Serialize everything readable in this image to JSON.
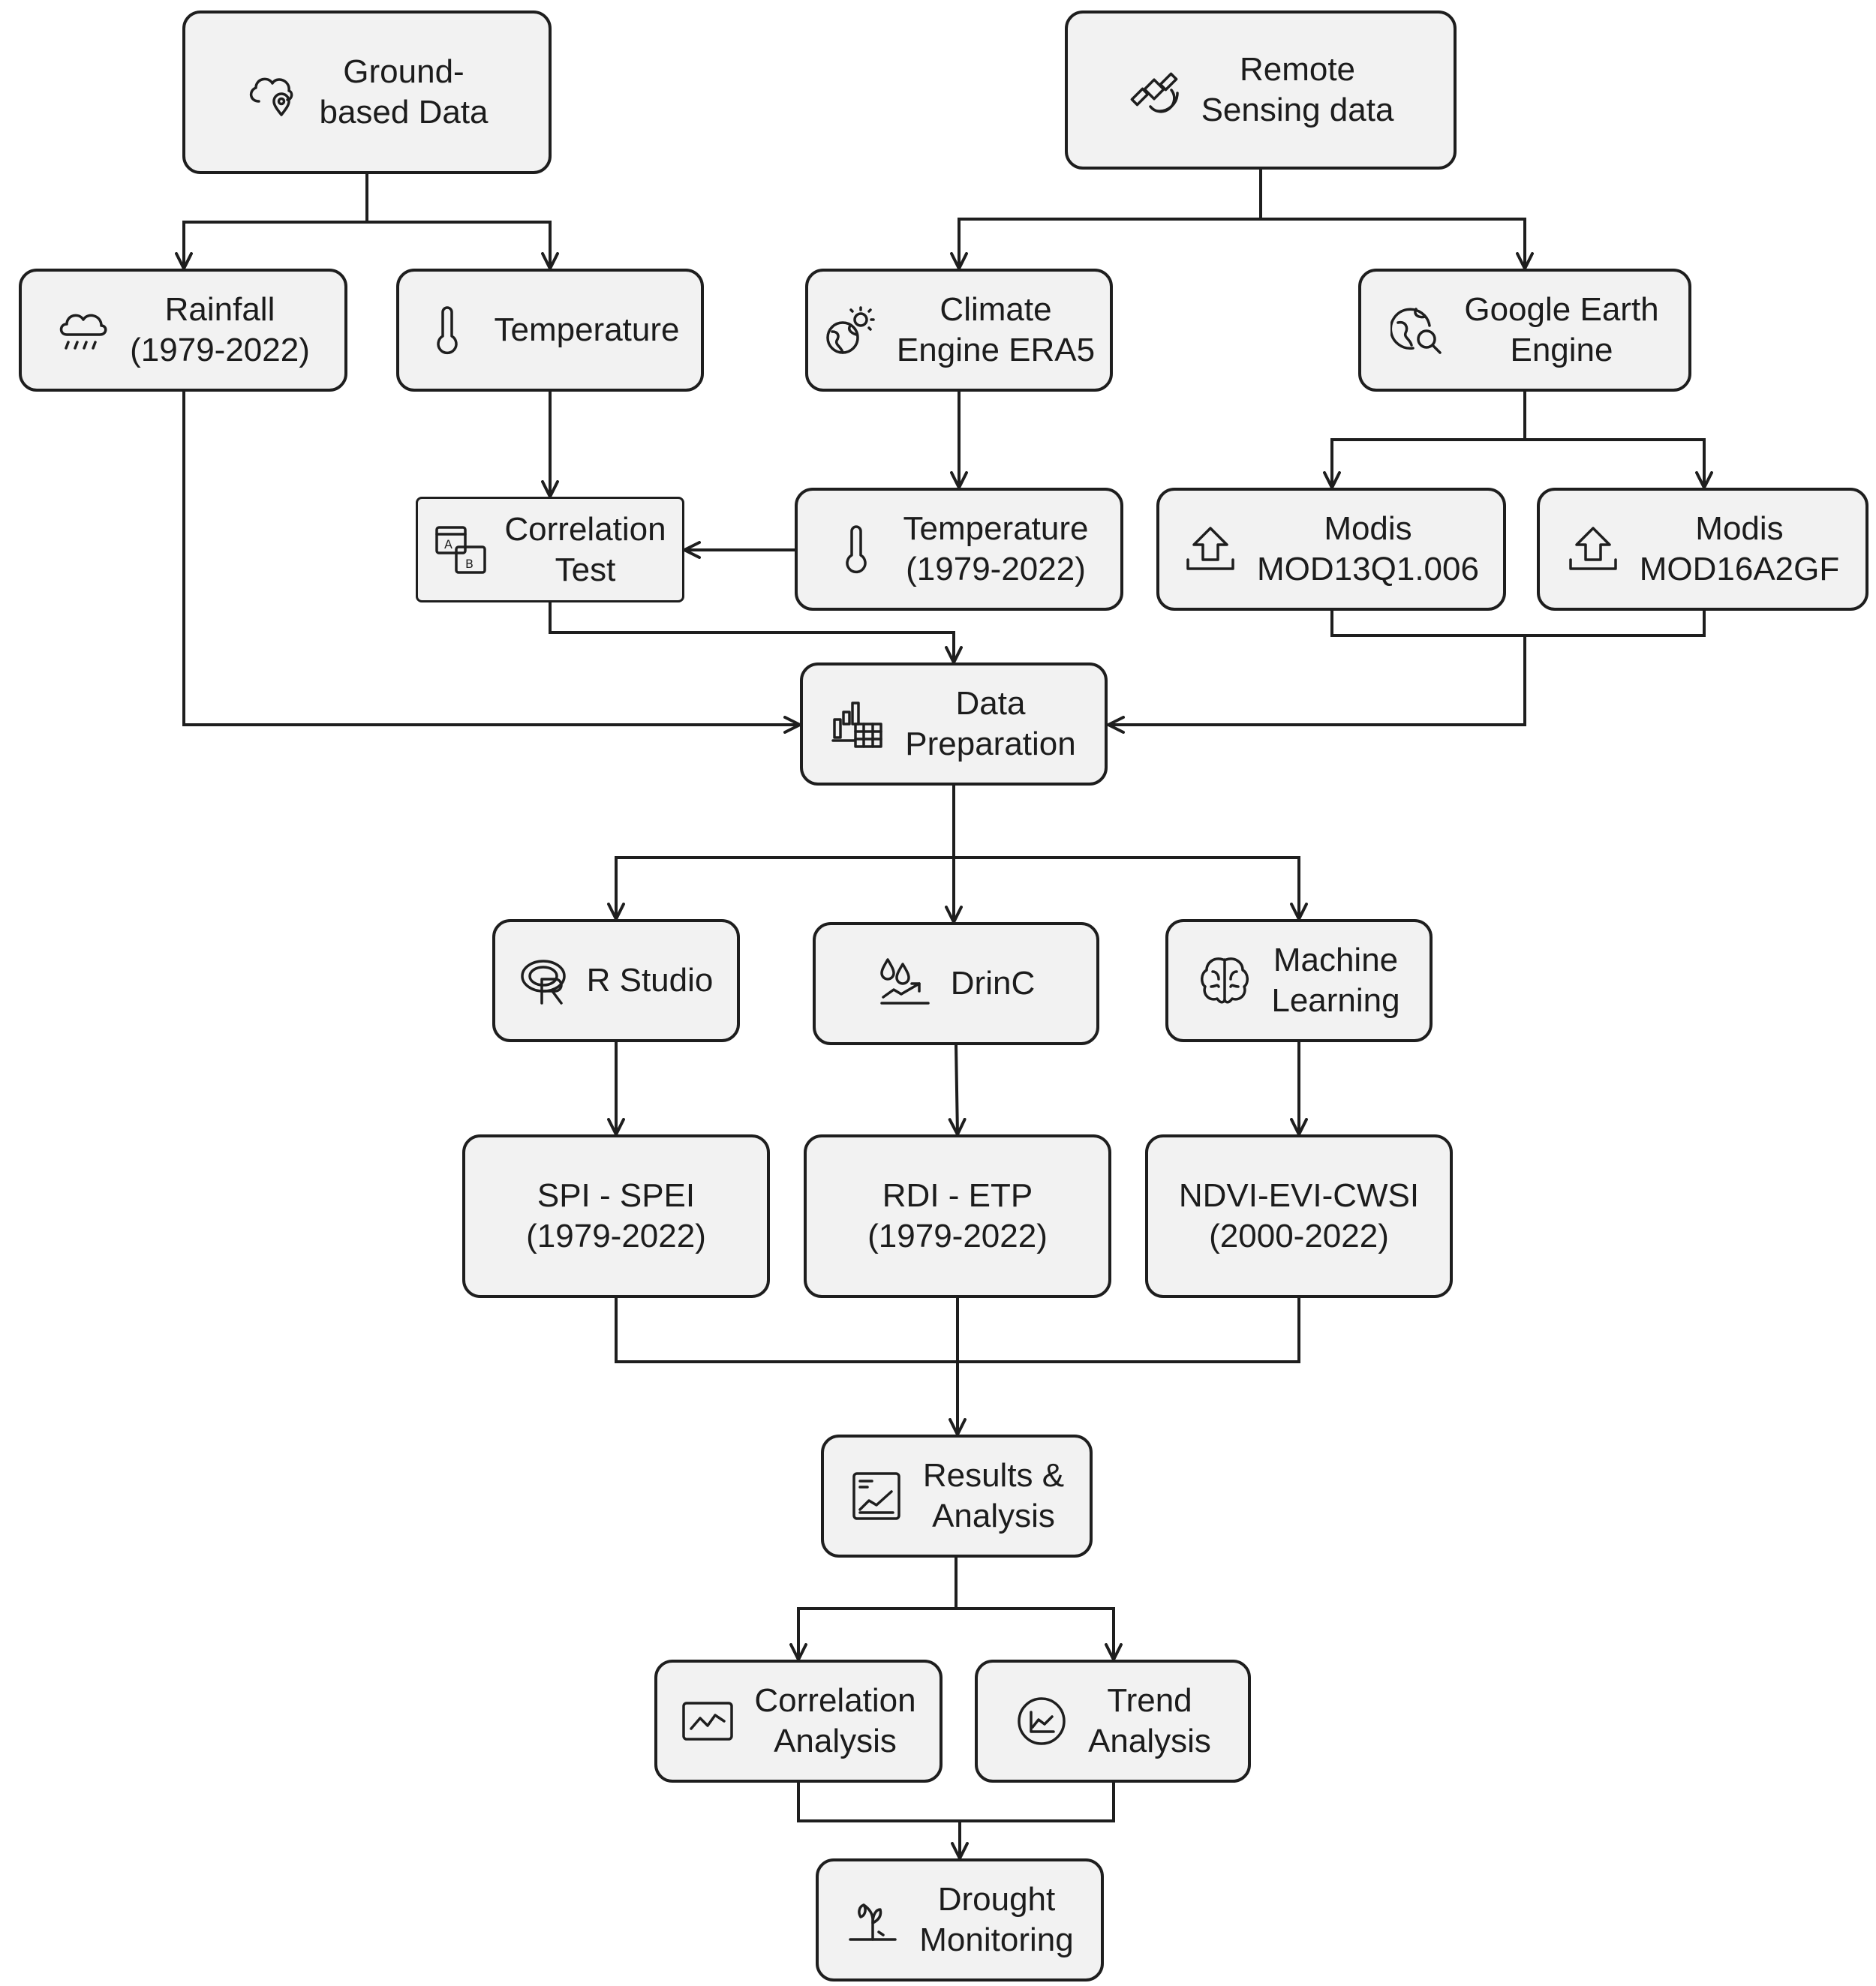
{
  "diagram": {
    "nodes": {
      "ground": [
        "Ground-",
        "based Data"
      ],
      "remote": [
        "Remote",
        "Sensing data"
      ],
      "rainfall": [
        "Rainfall",
        "(1979-2022)"
      ],
      "temperature": [
        "Temperature"
      ],
      "climate": [
        "Climate",
        "Engine ERA5"
      ],
      "gee": [
        "Google Earth",
        "Engine"
      ],
      "correlation_test": [
        "Correlation",
        "Test"
      ],
      "temp_era5": [
        "Temperature",
        "(1979-2022)"
      ],
      "modis1": [
        "Modis",
        "MOD13Q1.006"
      ],
      "modis2": [
        "Modis",
        "MOD16A2GF"
      ],
      "data_prep": [
        "Data",
        "Preparation"
      ],
      "rstudio": [
        "R Studio"
      ],
      "drinc": [
        "DrinC"
      ],
      "ml": [
        "Machine",
        "Learning"
      ],
      "spi": [
        "SPI - SPEI",
        "(1979-2022)"
      ],
      "rdi": [
        "RDI - ETP",
        "(1979-2022)"
      ],
      "ndvi": [
        "NDVI-EVI-CWSI",
        "(2000-2022)"
      ],
      "results": [
        "Results &",
        "Analysis"
      ],
      "corr_analysis": [
        "Correlation",
        "Analysis"
      ],
      "trend": [
        "Trend",
        "Analysis"
      ],
      "drought": [
        "Drought",
        "Monitoring"
      ]
    },
    "icons": {
      "ground": "cloud-location-icon",
      "remote": "satellite-icon",
      "rainfall": "rain-cloud-icon",
      "temperature": "thermometer-icon",
      "climate": "globe-sun-icon",
      "gee": "globe-search-icon",
      "correlation_test": "ab-test-icon",
      "temp_era5": "thermometer-icon",
      "modis1": "upload-icon",
      "modis2": "upload-icon",
      "data_prep": "bar-chart-table-icon",
      "rstudio": "r-logo-icon",
      "drinc": "water-drops-trend-icon",
      "ml": "brain-icon",
      "results": "report-chart-icon",
      "corr_analysis": "line-chart-icon",
      "trend": "trend-circle-icon",
      "drought": "wilting-plant-icon"
    }
  }
}
